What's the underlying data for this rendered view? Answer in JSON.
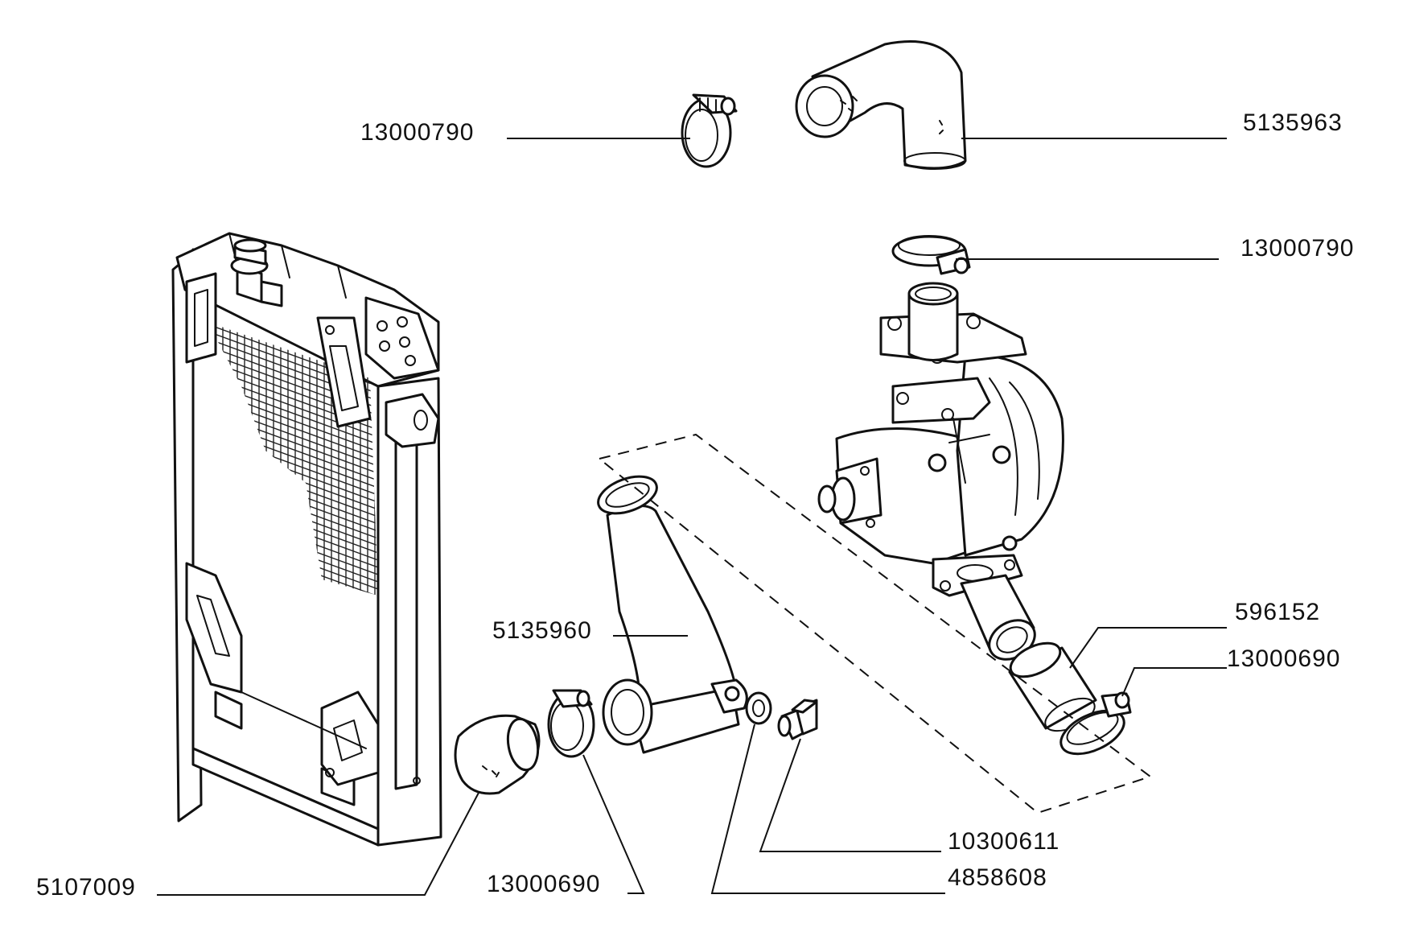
{
  "parts": {
    "clamp_top": "13000790",
    "upper_hose": "5135963",
    "clamp_pump": "13000790",
    "lower_hose": "5135960",
    "pump_hose": "596152",
    "clamp_pump_hose": "13000690",
    "bolt": "10300611",
    "washer": "4858608",
    "clamp_lower": "13000690",
    "elbow_hose": "5107009"
  },
  "colors": {
    "ink": "#111111",
    "paper": "#ffffff"
  }
}
